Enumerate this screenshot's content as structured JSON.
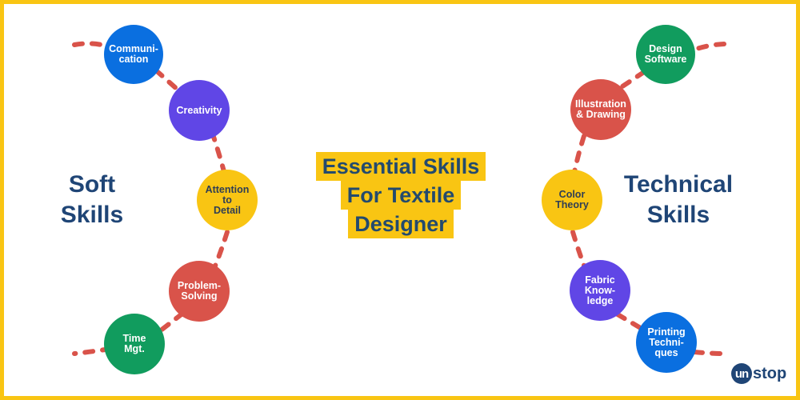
{
  "title": {
    "lines": [
      "Essential Skills",
      "For Textile",
      "Designer"
    ]
  },
  "soft_skills": {
    "heading_lines": [
      "Soft",
      "Skills"
    ],
    "items": [
      {
        "label": "Communi-\ncation",
        "color": "#0a6fe0"
      },
      {
        "label": "Creativity",
        "color": "#6046e6"
      },
      {
        "label": "Attention\nto\nDetail",
        "color": "#f9c513"
      },
      {
        "label": "Problem-\nSolving",
        "color": "#d9534a"
      },
      {
        "label": "Time\nMgt.",
        "color": "#119c5e"
      }
    ]
  },
  "technical_skills": {
    "heading_lines": [
      "Technical",
      "Skills"
    ],
    "items": [
      {
        "label": "Design\nSoftware",
        "color": "#119c5e"
      },
      {
        "label": "Illustration\n& Drawing",
        "color": "#d9534a"
      },
      {
        "label": "Color\nTheory",
        "color": "#f9c513"
      },
      {
        "label": "Fabric\nKnow-\nledge",
        "color": "#6046e6"
      },
      {
        "label": "Printing\nTechni-\nques",
        "color": "#0a6fe0"
      }
    ]
  },
  "connector_color": "#d9534a",
  "border_color": "#f9c513",
  "logo": {
    "badge": "un",
    "text": "stop"
  }
}
